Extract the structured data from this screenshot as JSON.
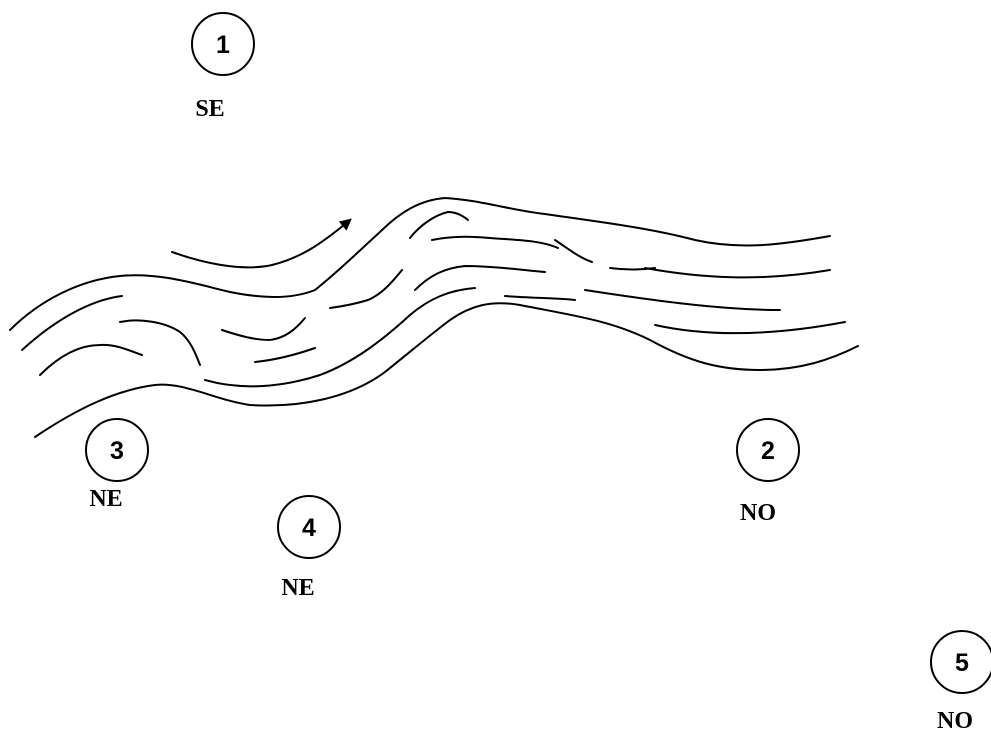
{
  "colors": {
    "ink": "#000000",
    "background": "#ffffff"
  },
  "markers": [
    {
      "id": "1",
      "direction": "SE"
    },
    {
      "id": "2",
      "direction": "NO"
    },
    {
      "id": "3",
      "direction": "NE"
    },
    {
      "id": "4",
      "direction": "NE"
    },
    {
      "id": "5",
      "direction": "NO"
    }
  ]
}
